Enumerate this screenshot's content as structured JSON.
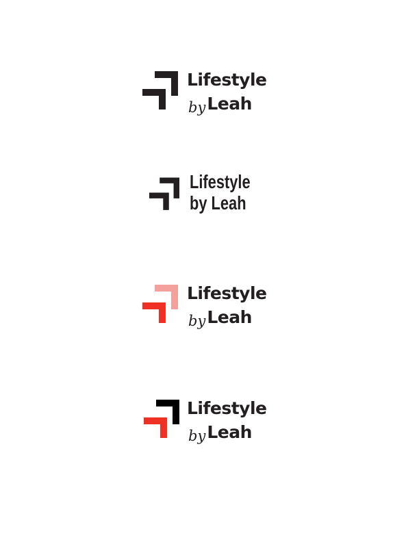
{
  "colors": {
    "ink": "#231f20",
    "black": "#000000",
    "red": "#ee3124",
    "pink": "#f4a09c"
  },
  "logos": [
    {
      "variant": "stacked-script",
      "line1": "Lifestyle",
      "line2_prefix": "by",
      "line2_name": "Leah",
      "mark_top": "#231f20",
      "mark_bottom": "#231f20"
    },
    {
      "variant": "stacked-condensed",
      "line1": "Lifestyle",
      "line2": "by Leah",
      "mark_top": "#231f20",
      "mark_bottom": "#231f20"
    },
    {
      "variant": "stacked-script",
      "line1": "Lifestyle",
      "line2_prefix": "by",
      "line2_name": "Leah",
      "mark_top": "#f4a09c",
      "mark_bottom": "#ee3124"
    },
    {
      "variant": "stacked-script",
      "line1": "Lifestyle",
      "line2_prefix": "by",
      "line2_name": "Leah",
      "mark_top": "#000000",
      "mark_bottom": "#ee3124"
    }
  ]
}
